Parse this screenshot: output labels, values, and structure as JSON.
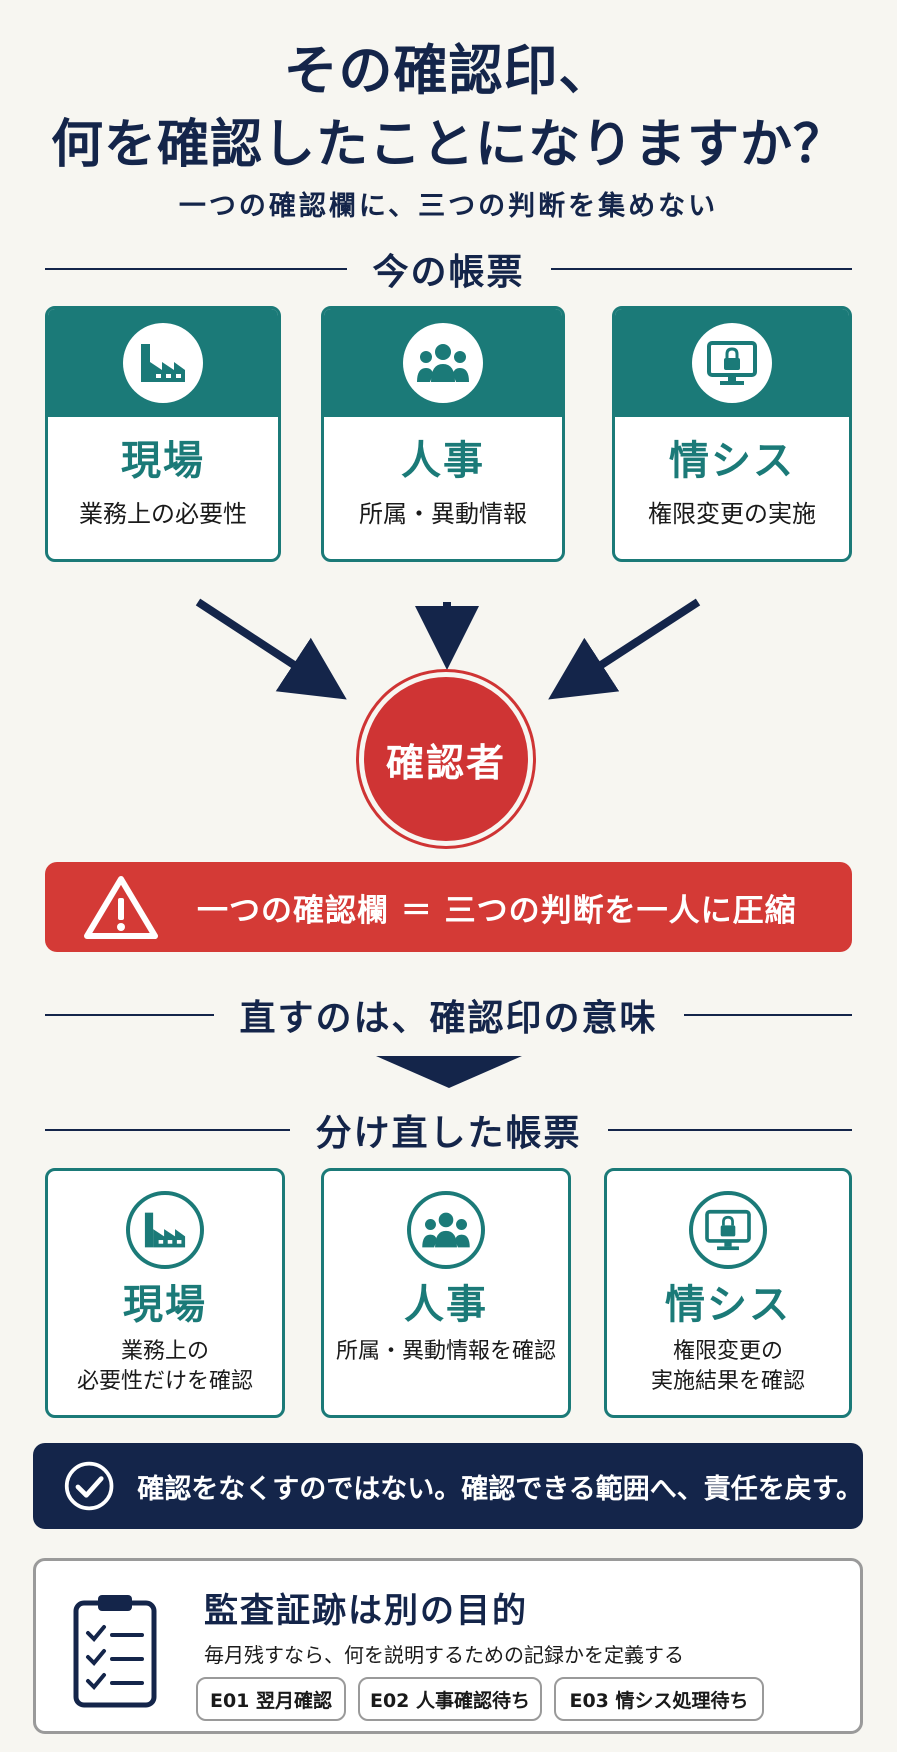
{
  "title": {
    "line1": "その確認印、",
    "line2": "何を確認したことになりますか？",
    "subtitle": "一つの確認欄に、三つの判断を集めない"
  },
  "current_form": {
    "heading": "今の帳票",
    "cards": [
      {
        "name": "現場",
        "desc": "業務上の必要性",
        "icon": "factory-icon"
      },
      {
        "name": "人事",
        "desc": "所属・異動情報",
        "icon": "people-icon"
      },
      {
        "name": "情シス",
        "desc": "権限変更の実施",
        "icon": "monitor-lock-icon"
      }
    ],
    "confirmer": "確認者",
    "warning": "一つの確認欄 ＝ 三つの判断を一人に圧縮"
  },
  "fix": {
    "heading": "直すのは、確認印の意味"
  },
  "revised_form": {
    "heading": "分け直した帳票",
    "cards": [
      {
        "name": "現場",
        "desc": "業務上の\n必要性だけを確認",
        "icon": "factory-icon"
      },
      {
        "name": "人事",
        "desc": "所属・異動情報を確認",
        "icon": "people-icon"
      },
      {
        "name": "情シス",
        "desc": "権限変更の\n実施結果を確認",
        "icon": "monitor-lock-icon"
      }
    ],
    "message": "確認をなくすのではない。確認できる範囲へ、責任を戻す。"
  },
  "audit": {
    "title": "監査証跡は別の目的",
    "desc": "毎月残すなら、何を説明するための記録かを定義する",
    "tags": [
      "E01 翌月確認",
      "E02 人事確認待ち",
      "E03 情シス処理待ち"
    ]
  },
  "colors": {
    "navy": "#14254a",
    "teal": "#1b7a78",
    "red": "#d43a36",
    "background": "#f7f6f1"
  }
}
